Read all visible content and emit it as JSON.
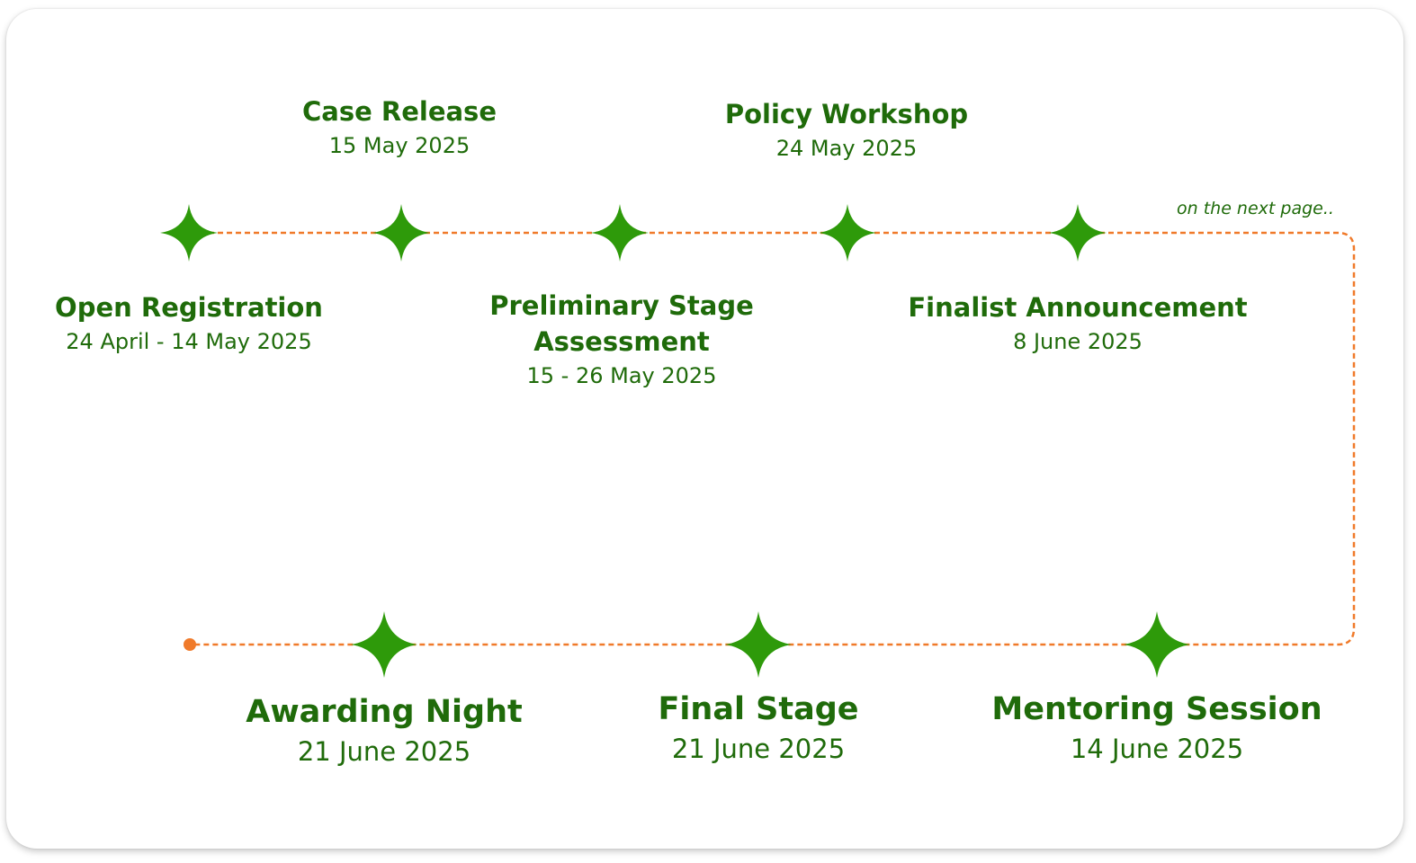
{
  "colors": {
    "star": "#2e9a0a",
    "text": "#1f6b0a",
    "connector": "#f07a2a"
  },
  "note": "on the next page..",
  "milestones": [
    {
      "id": "open-registration",
      "title": "Open Registration",
      "date": "24 April - 14 May 2025"
    },
    {
      "id": "case-release",
      "title": "Case Release",
      "date": "15 May 2025"
    },
    {
      "id": "preliminary-stage-assessment",
      "title": "Preliminary Stage Assessment",
      "title_line1": "Preliminary Stage",
      "title_line2": "Assessment",
      "date": "15 - 26 May 2025"
    },
    {
      "id": "policy-workshop",
      "title": "Policy Workshop",
      "date": "24 May 2025"
    },
    {
      "id": "finalist-announcement",
      "title": "Finalist Announcement",
      "date": "8 June 2025"
    },
    {
      "id": "mentoring-session",
      "title": "Mentoring Session",
      "date": "14 June 2025"
    },
    {
      "id": "final-stage",
      "title": "Final Stage",
      "date": "21 June 2025"
    },
    {
      "id": "awarding-night",
      "title": "Awarding Night",
      "date": "21 June 2025"
    }
  ]
}
